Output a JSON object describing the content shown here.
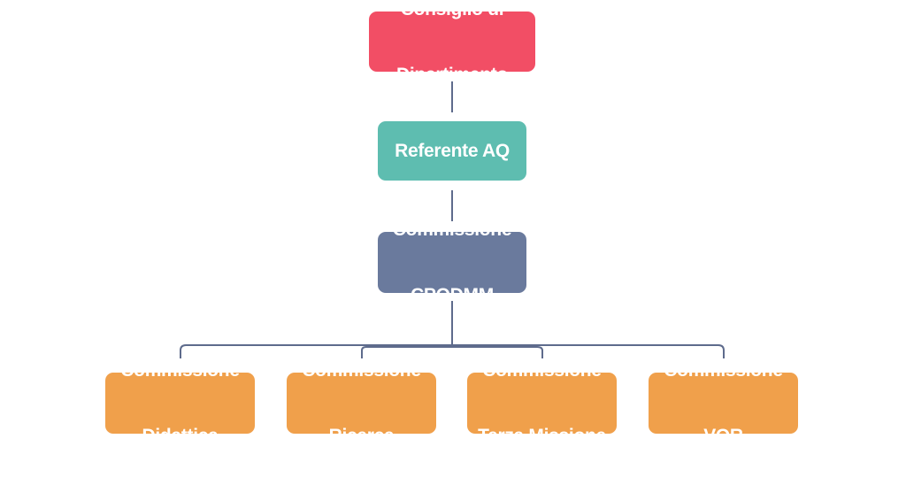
{
  "colors": {
    "root": "#F24E65",
    "referente": "#5EBDB0",
    "commissione": "#6A7A9D",
    "leaf": "#F0A04B",
    "connector": "#5E6B8C"
  },
  "nodes": {
    "root": {
      "line1": "Consiglio di",
      "line2": "Dipartimento"
    },
    "referente": {
      "line1": "Referente AQ"
    },
    "cpqdmm": {
      "line1": "Commissione",
      "line2": "CPQDMM"
    },
    "leaves": [
      {
        "line1": "Commissione",
        "line2": "Didattica"
      },
      {
        "line1": "Commissione",
        "line2": "Ricerca"
      },
      {
        "line1": "Commissione",
        "line2": "Terza Missione"
      },
      {
        "line1": "Commissione",
        "line2": "VQR"
      }
    ]
  }
}
